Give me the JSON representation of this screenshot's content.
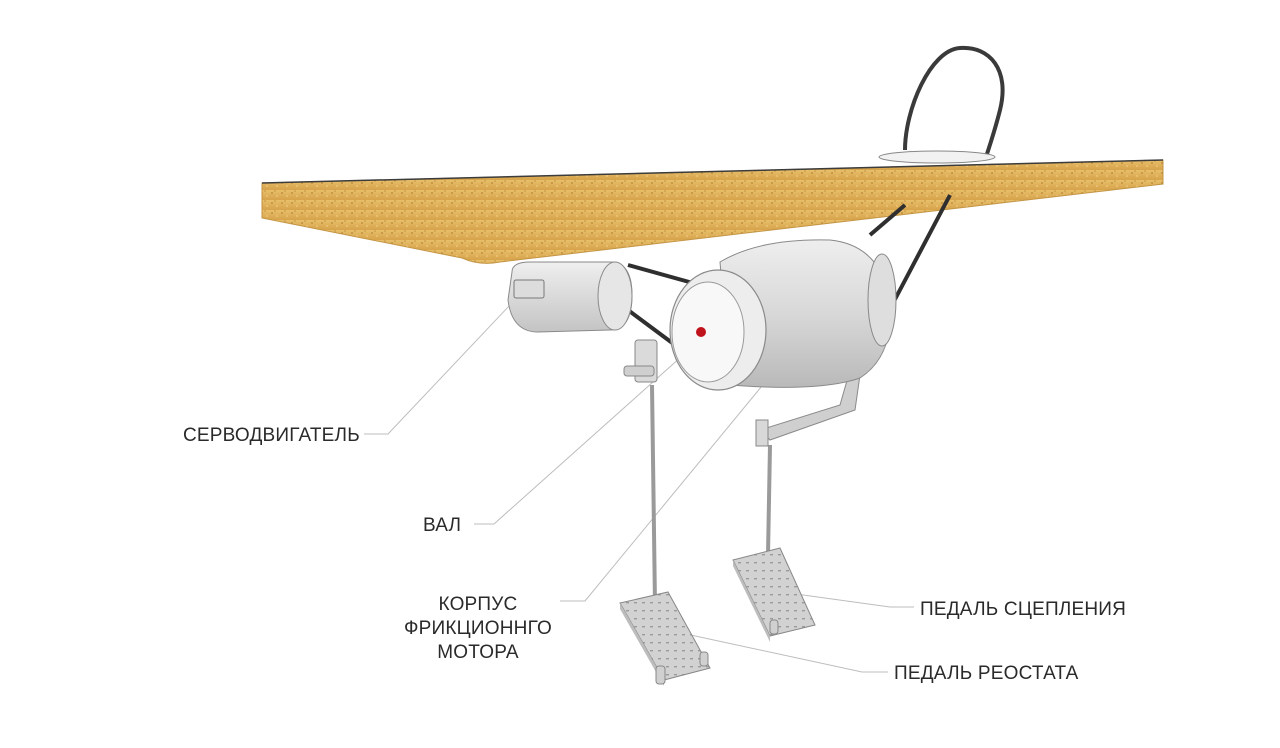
{
  "labels": {
    "servo": "СЕРВОДВИГАТЕЛЬ",
    "shaft": "ВАЛ",
    "housing": [
      "КОРПУС",
      "ФРИКЦИОННГО",
      "МОТОРА"
    ],
    "clutch_pedal": "ПЕДАЛЬ СЦЕПЛЕНИЯ",
    "rheostat_pedal": "ПЕДАЛЬ РЕОСТАТА"
  },
  "colors": {
    "table_top": "#5a5a5a",
    "table_edge": "#e0b35a",
    "motor_body": "#d4d4d4",
    "shaft_dot": "#c0141c",
    "leader": "#bdbdbd"
  }
}
